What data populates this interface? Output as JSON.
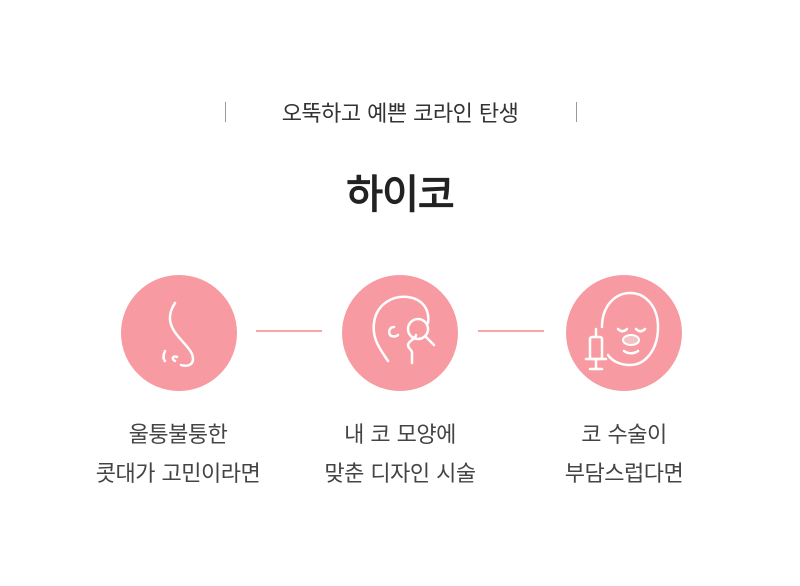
{
  "header": {
    "tagline": "오뚝하고 예쁜 코라인 탄생",
    "title": "하이코"
  },
  "features": [
    {
      "icon": "nose-icon",
      "line1": "울퉁불퉁한",
      "line2": "콧대가 고민이라면"
    },
    {
      "icon": "face-profile-magnifier-icon",
      "line1": "내 코 모양에",
      "line2": "맞춘 디자인 시술"
    },
    {
      "icon": "face-syringe-icon",
      "line1": "코 수술이",
      "line2": "부담스럽다면"
    }
  ],
  "colors": {
    "circle": "#f89aa1",
    "connector": "#f4a6ab",
    "icon_stroke": "#ffffff"
  }
}
